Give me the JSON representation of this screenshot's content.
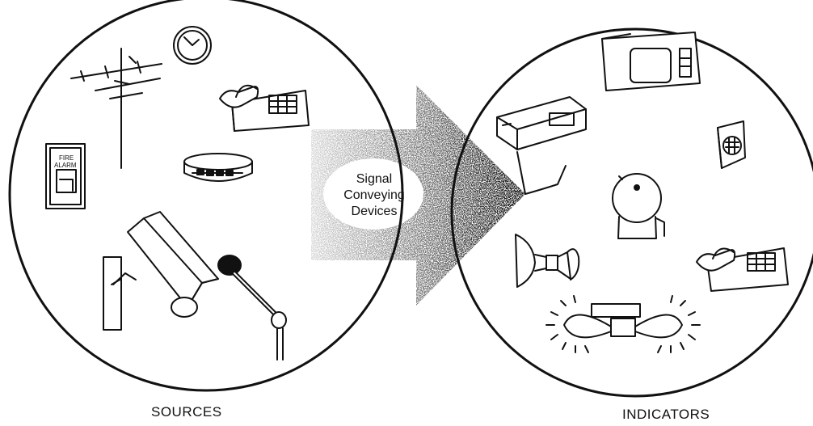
{
  "labels": {
    "sources": "SOURCES",
    "indicators": "INDICATORS"
  },
  "arrow": {
    "line1": "Signal",
    "line2": "Conveying",
    "line3": "Devices"
  },
  "fire_alarm": {
    "line1": "FIRE",
    "line2": "ALARM"
  },
  "icons": {
    "sources": [
      "antenna-icon",
      "gauge-icon",
      "telephone-icon",
      "fire-alarm-icon",
      "smoke-detector-icon",
      "camera-icon",
      "microphone-icon"
    ],
    "indicators": [
      "television-icon",
      "chart-recorder-icon",
      "speaker-icon",
      "bell-icon",
      "horn-icon",
      "telephone-icon",
      "flashing-light-icon"
    ]
  }
}
